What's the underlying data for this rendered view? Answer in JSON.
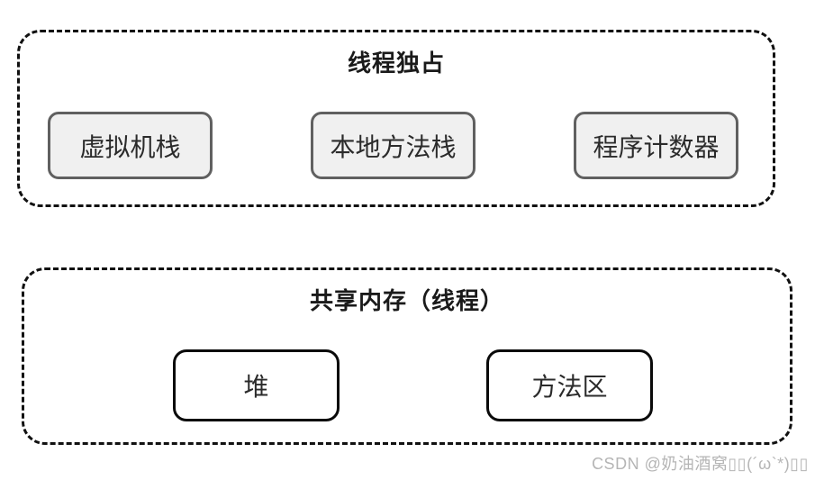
{
  "diagram": {
    "groups": [
      {
        "title": "线程独占",
        "items": [
          {
            "label": "虚拟机栈"
          },
          {
            "label": "本地方法栈"
          },
          {
            "label": "程序计数器"
          }
        ]
      },
      {
        "title": "共享内存（线程）",
        "items": [
          {
            "label": "堆"
          },
          {
            "label": "方法区"
          }
        ]
      }
    ]
  },
  "watermark": "CSDN @奶油酒窝▯▯(´ω`*)▯▯",
  "colors": {
    "bg": "#ffffff",
    "dash": "#111111",
    "gray-node-fill": "#f0f0f0",
    "gray-node-border": "#606060",
    "white-node-fill": "#ffffff",
    "white-node-border": "#0a0a0a",
    "title-color": "#1a1a1a",
    "label-color": "#2b2b2b",
    "watermark-color": "#b5b5b5"
  }
}
